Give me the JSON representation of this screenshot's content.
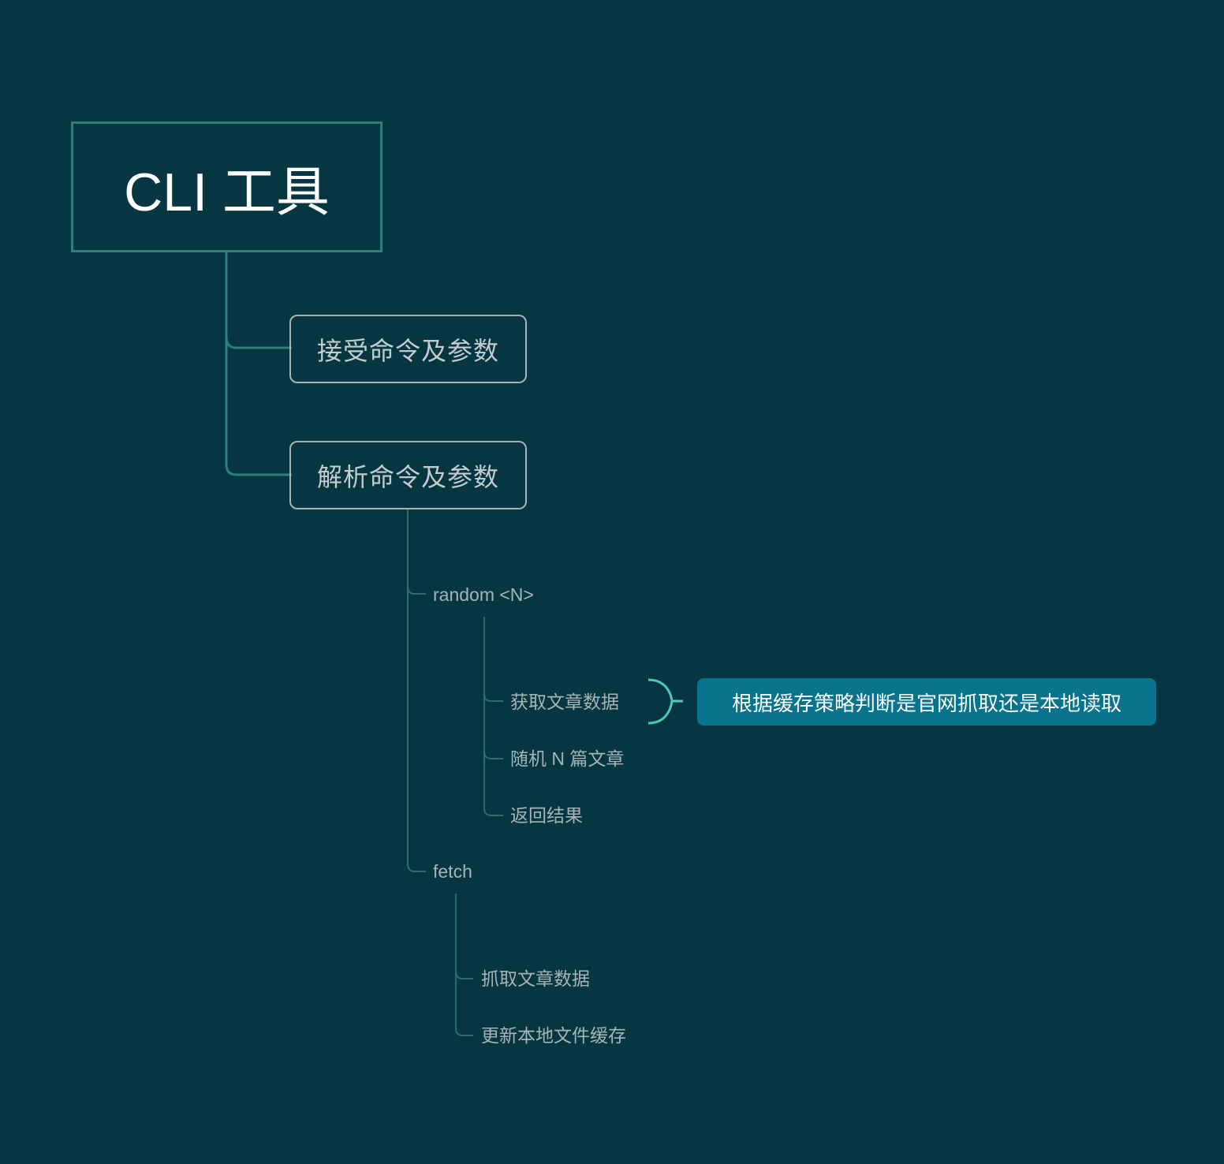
{
  "diagram": {
    "root": {
      "label": "CLI 工具"
    },
    "branches": {
      "accept": {
        "label": "接受命令及参数"
      },
      "parse": {
        "label": "解析命令及参数"
      }
    },
    "commands": {
      "random": {
        "label": "random <N>",
        "steps": {
          "fetch_data": "获取文章数据",
          "pick_random": "随机 N 篇文章",
          "return_result": "返回结果"
        }
      },
      "fetch": {
        "label": "fetch",
        "steps": {
          "crawl_data": "抓取文章数据",
          "update_cache": "更新本地文件缓存"
        }
      }
    },
    "callout": {
      "label": "根据缓存策略判断是官网抓取还是本地读取"
    }
  },
  "colors": {
    "background": "#053642",
    "root_border": "#2e7f7c",
    "connector": "#2e7f7c",
    "leaf_connector": "#2a6f6d",
    "brace": "#4ec9b7",
    "callout_fill": "#07738c",
    "branch_border": "#a8b3b3"
  }
}
